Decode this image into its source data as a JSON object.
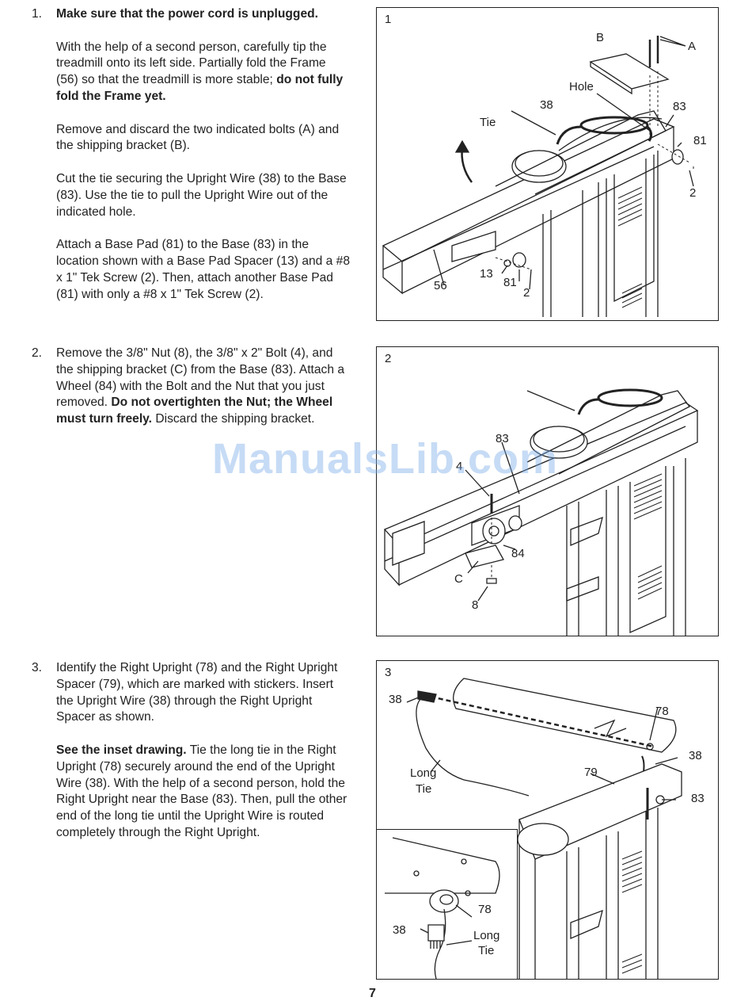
{
  "steps": [
    {
      "number": "1.",
      "paragraphs": {
        "p1_bold": "Make sure that the power cord is unplugged.",
        "p2_text": "With the help of a second person, carefully tip the treadmill onto its left side. Partially fold the Frame (56) so that the treadmill is more stable; ",
        "p2_bold": "do not fully fold the Frame yet.",
        "p3_text": "Remove and discard the two indicated bolts (A) and the shipping bracket (B).",
        "p4_text": "Cut the tie securing the Upright Wire (38) to the Base (83). Use the tie to pull the Upright Wire out of the indicated hole.",
        "p5_text": "Attach a Base Pad (81) to the Base (83) in the location shown with a Base Pad Spacer (13) and a #8 x 1\" Tek Screw (2). Then, attach another Base Pad (81) with only a #8 x 1\" Tek Screw (2)."
      }
    },
    {
      "number": "2.",
      "paragraphs": {
        "p1_text": "Remove the 3/8\" Nut (8), the 3/8\" x 2\" Bolt (4), and the shipping bracket (C) from the Base (83). Attach a Wheel (84) with the Bolt and the Nut that you just removed. ",
        "p1_bold": "Do not overtighten the Nut; the Wheel must turn freely.",
        "p1_tail": " Discard the shipping bracket."
      }
    },
    {
      "number": "3.",
      "paragraphs": {
        "p1_text": "Identify the Right Upright (78) and the Right Upright Spacer (79), which are marked with stickers. Insert the Upright Wire (38) through the Right Upright Spacer as shown.",
        "p2_bold": "See the inset drawing.",
        "p2_text": " Tie the long tie in the Right Upright (78) securely around the end of the Upright Wire (38). With the help of a second person, hold the Right Upright near the Base (83). Then, pull the other end of the long tie until the Upright Wire is routed completely through the Right Upright."
      }
    }
  ],
  "figures": [
    {
      "number": "1",
      "labels": {
        "b": "B",
        "a": "A",
        "hole": "Hole",
        "n38": "38",
        "n83": "83",
        "tie": "Tie",
        "n81a": "81",
        "n2a": "2",
        "n56": "56",
        "n13": "13",
        "n81b": "81",
        "n2b": "2"
      }
    },
    {
      "number": "2",
      "labels": {
        "n83": "83",
        "n4": "4",
        "n84": "84",
        "c": "C",
        "n8": "8"
      }
    },
    {
      "number": "3",
      "labels": {
        "n38a": "38",
        "n78": "78",
        "n38b": "38",
        "n79": "79",
        "n83": "83",
        "long1": "Long",
        "tie1": "Tie"
      },
      "inset_labels": {
        "n78": "78",
        "n38": "38",
        "long": "Long",
        "tie": "Tie"
      }
    }
  ],
  "watermark": "ManualsLib.com",
  "page_number": "7"
}
